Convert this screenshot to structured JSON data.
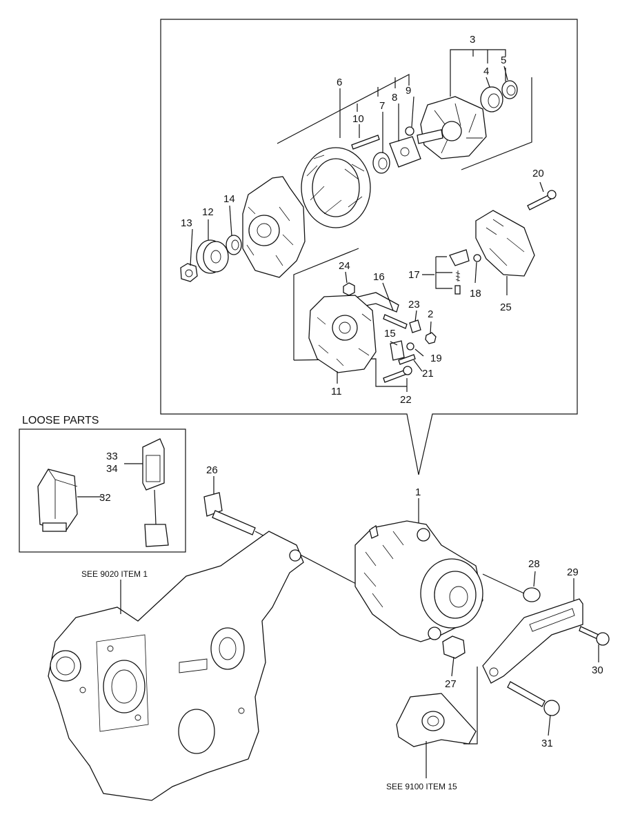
{
  "loose_parts": {
    "title": "LOOSE PARTS"
  },
  "notes": {
    "see_9020": "SEE 9020 ITEM 1",
    "see_9100": "SEE 9100 ITEM 15"
  },
  "callouts": [
    "1",
    "2",
    "3",
    "4",
    "5",
    "6",
    "7",
    "8",
    "9",
    "10",
    "11",
    "12",
    "13",
    "14",
    "15",
    "16",
    "17",
    "18",
    "19",
    "20",
    "21",
    "22",
    "23",
    "24",
    "25",
    "26",
    "27",
    "28",
    "29",
    "30",
    "31",
    "32",
    "33",
    "34"
  ]
}
